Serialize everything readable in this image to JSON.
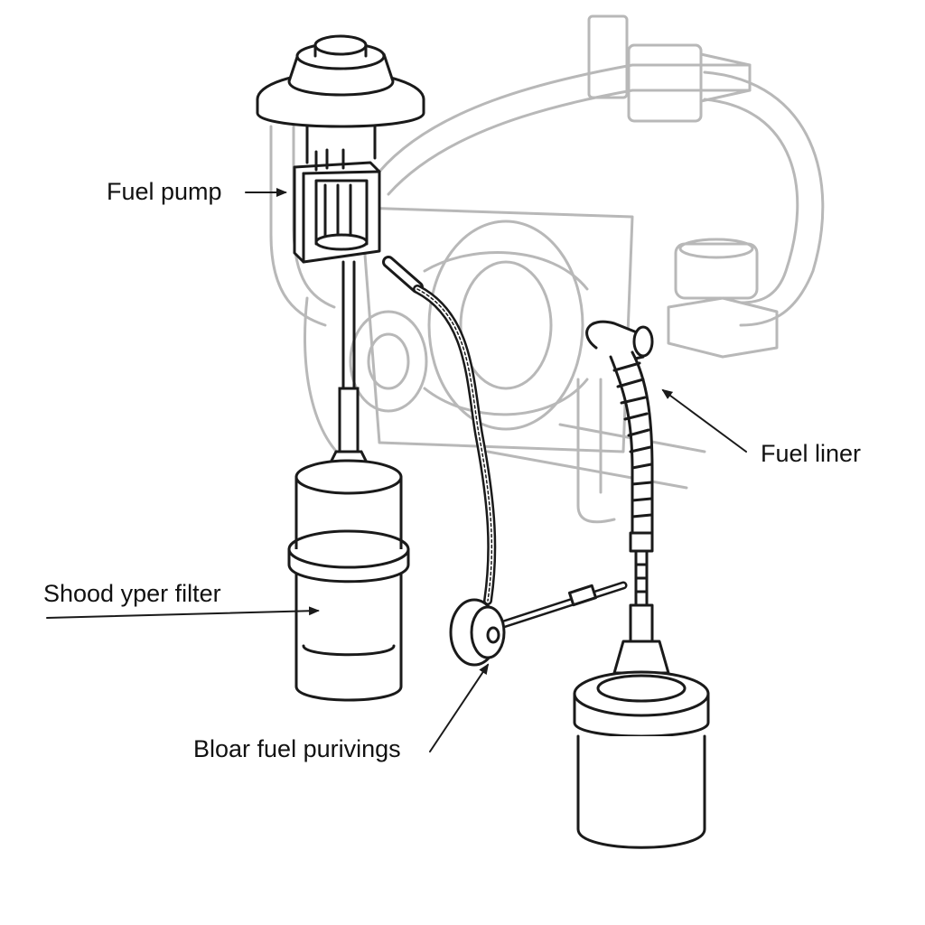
{
  "labels": {
    "fuel_pump": "Fuel pump",
    "fuel_liner": "Fuel liner",
    "filter": "Shood yper filter",
    "purivings": "Bloar fuel purivings"
  },
  "colors": {
    "background": "#ffffff",
    "line_dark": "#1a1a1a",
    "line_faint": "#b8b8b8"
  }
}
